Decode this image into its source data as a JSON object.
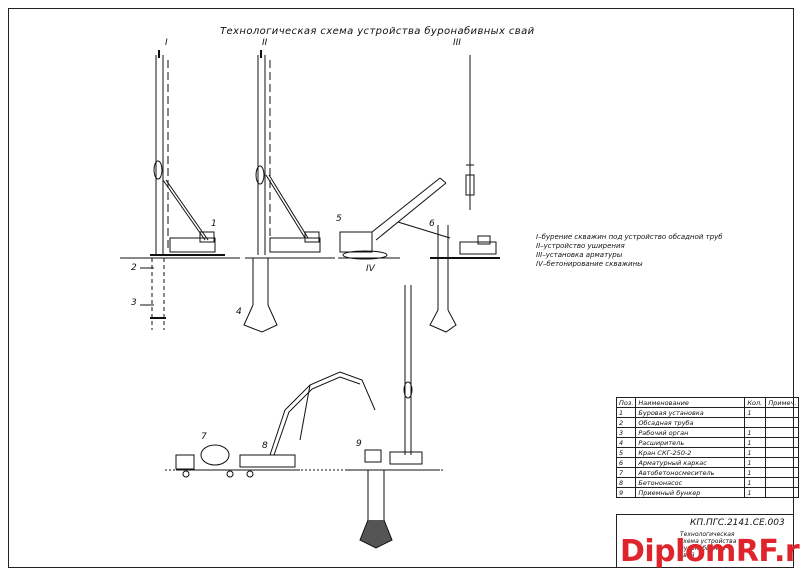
{
  "drawing": {
    "title": "Технологическая схема устройства буронабивных свай",
    "stages": [
      "I",
      "II",
      "III",
      "IV"
    ],
    "numbers": [
      "1",
      "2",
      "3",
      "4",
      "5",
      "6",
      "7",
      "8",
      "9"
    ]
  },
  "legend": [
    "I–бурение скважин под устройство обсадной труб",
    "II–устройство уширения",
    "III–установка арматуры",
    "IV–бетонирование скважины"
  ],
  "spec_table": {
    "headers": [
      "Поз.",
      "Наименование",
      "Кол.",
      "Примеч."
    ],
    "rows": [
      [
        "1",
        "Буровая установка",
        "1",
        ""
      ],
      [
        "2",
        "Обсадная труба",
        "",
        ""
      ],
      [
        "3",
        "Рабочий орган",
        "1",
        ""
      ],
      [
        "4",
        "Расширитель",
        "1",
        ""
      ],
      [
        "5",
        "Кран СКГ-250-2",
        "1",
        ""
      ],
      [
        "6",
        "Арматурный каркас",
        "1",
        ""
      ],
      [
        "7",
        "Автобетоносмеситель",
        "1",
        ""
      ],
      [
        "8",
        "Бетононасос",
        "1",
        ""
      ],
      [
        "9",
        "Приемный бункер",
        "1",
        ""
      ]
    ]
  },
  "title_block": {
    "code": "КП.ПГС.2141.СЕ.003",
    "note": "Технологическая схема устройства буронабивных свай"
  },
  "watermark": "DiplomRF.ru",
  "colors": {
    "line": "#111111",
    "watermark": "#e0242b"
  }
}
